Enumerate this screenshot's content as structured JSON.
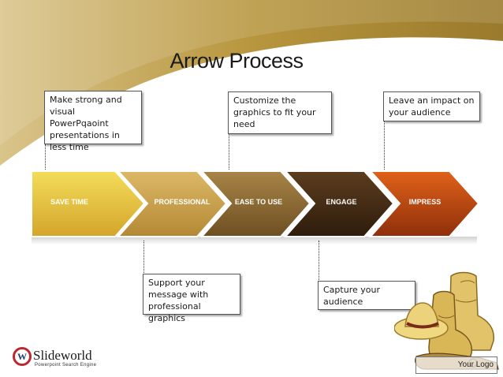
{
  "slide": {
    "title": "Arrow Process",
    "steps": [
      {
        "label": "SAVE TIME",
        "color": "#e8c43a"
      },
      {
        "label": "PROFESSIONAL",
        "color": "#c9a04a"
      },
      {
        "label": "EASE TO USE",
        "color": "#8d6a35"
      },
      {
        "label": "ENGAGE",
        "color": "#4a3018"
      },
      {
        "label": "IMPRESS",
        "color": "#c24a12"
      }
    ],
    "callouts": {
      "save_time": "Make strong and visual PowerPqaoint presentations in less time",
      "professional": "Support your message with professional graphics",
      "ease_to_use": "Customize the graphics to fit your need",
      "engage": "Capture your audience",
      "impress": "Leave an impact on your audience"
    },
    "your_logo": "Your Logo"
  },
  "brand": {
    "name": "Slideworld",
    "tagline": "Powerpoint Search Engine",
    "mark": "W",
    "accent_color": "#c0272d"
  },
  "colors": {
    "swoosh": "#b8963e",
    "swoosh_dark": "#8a6b26"
  }
}
